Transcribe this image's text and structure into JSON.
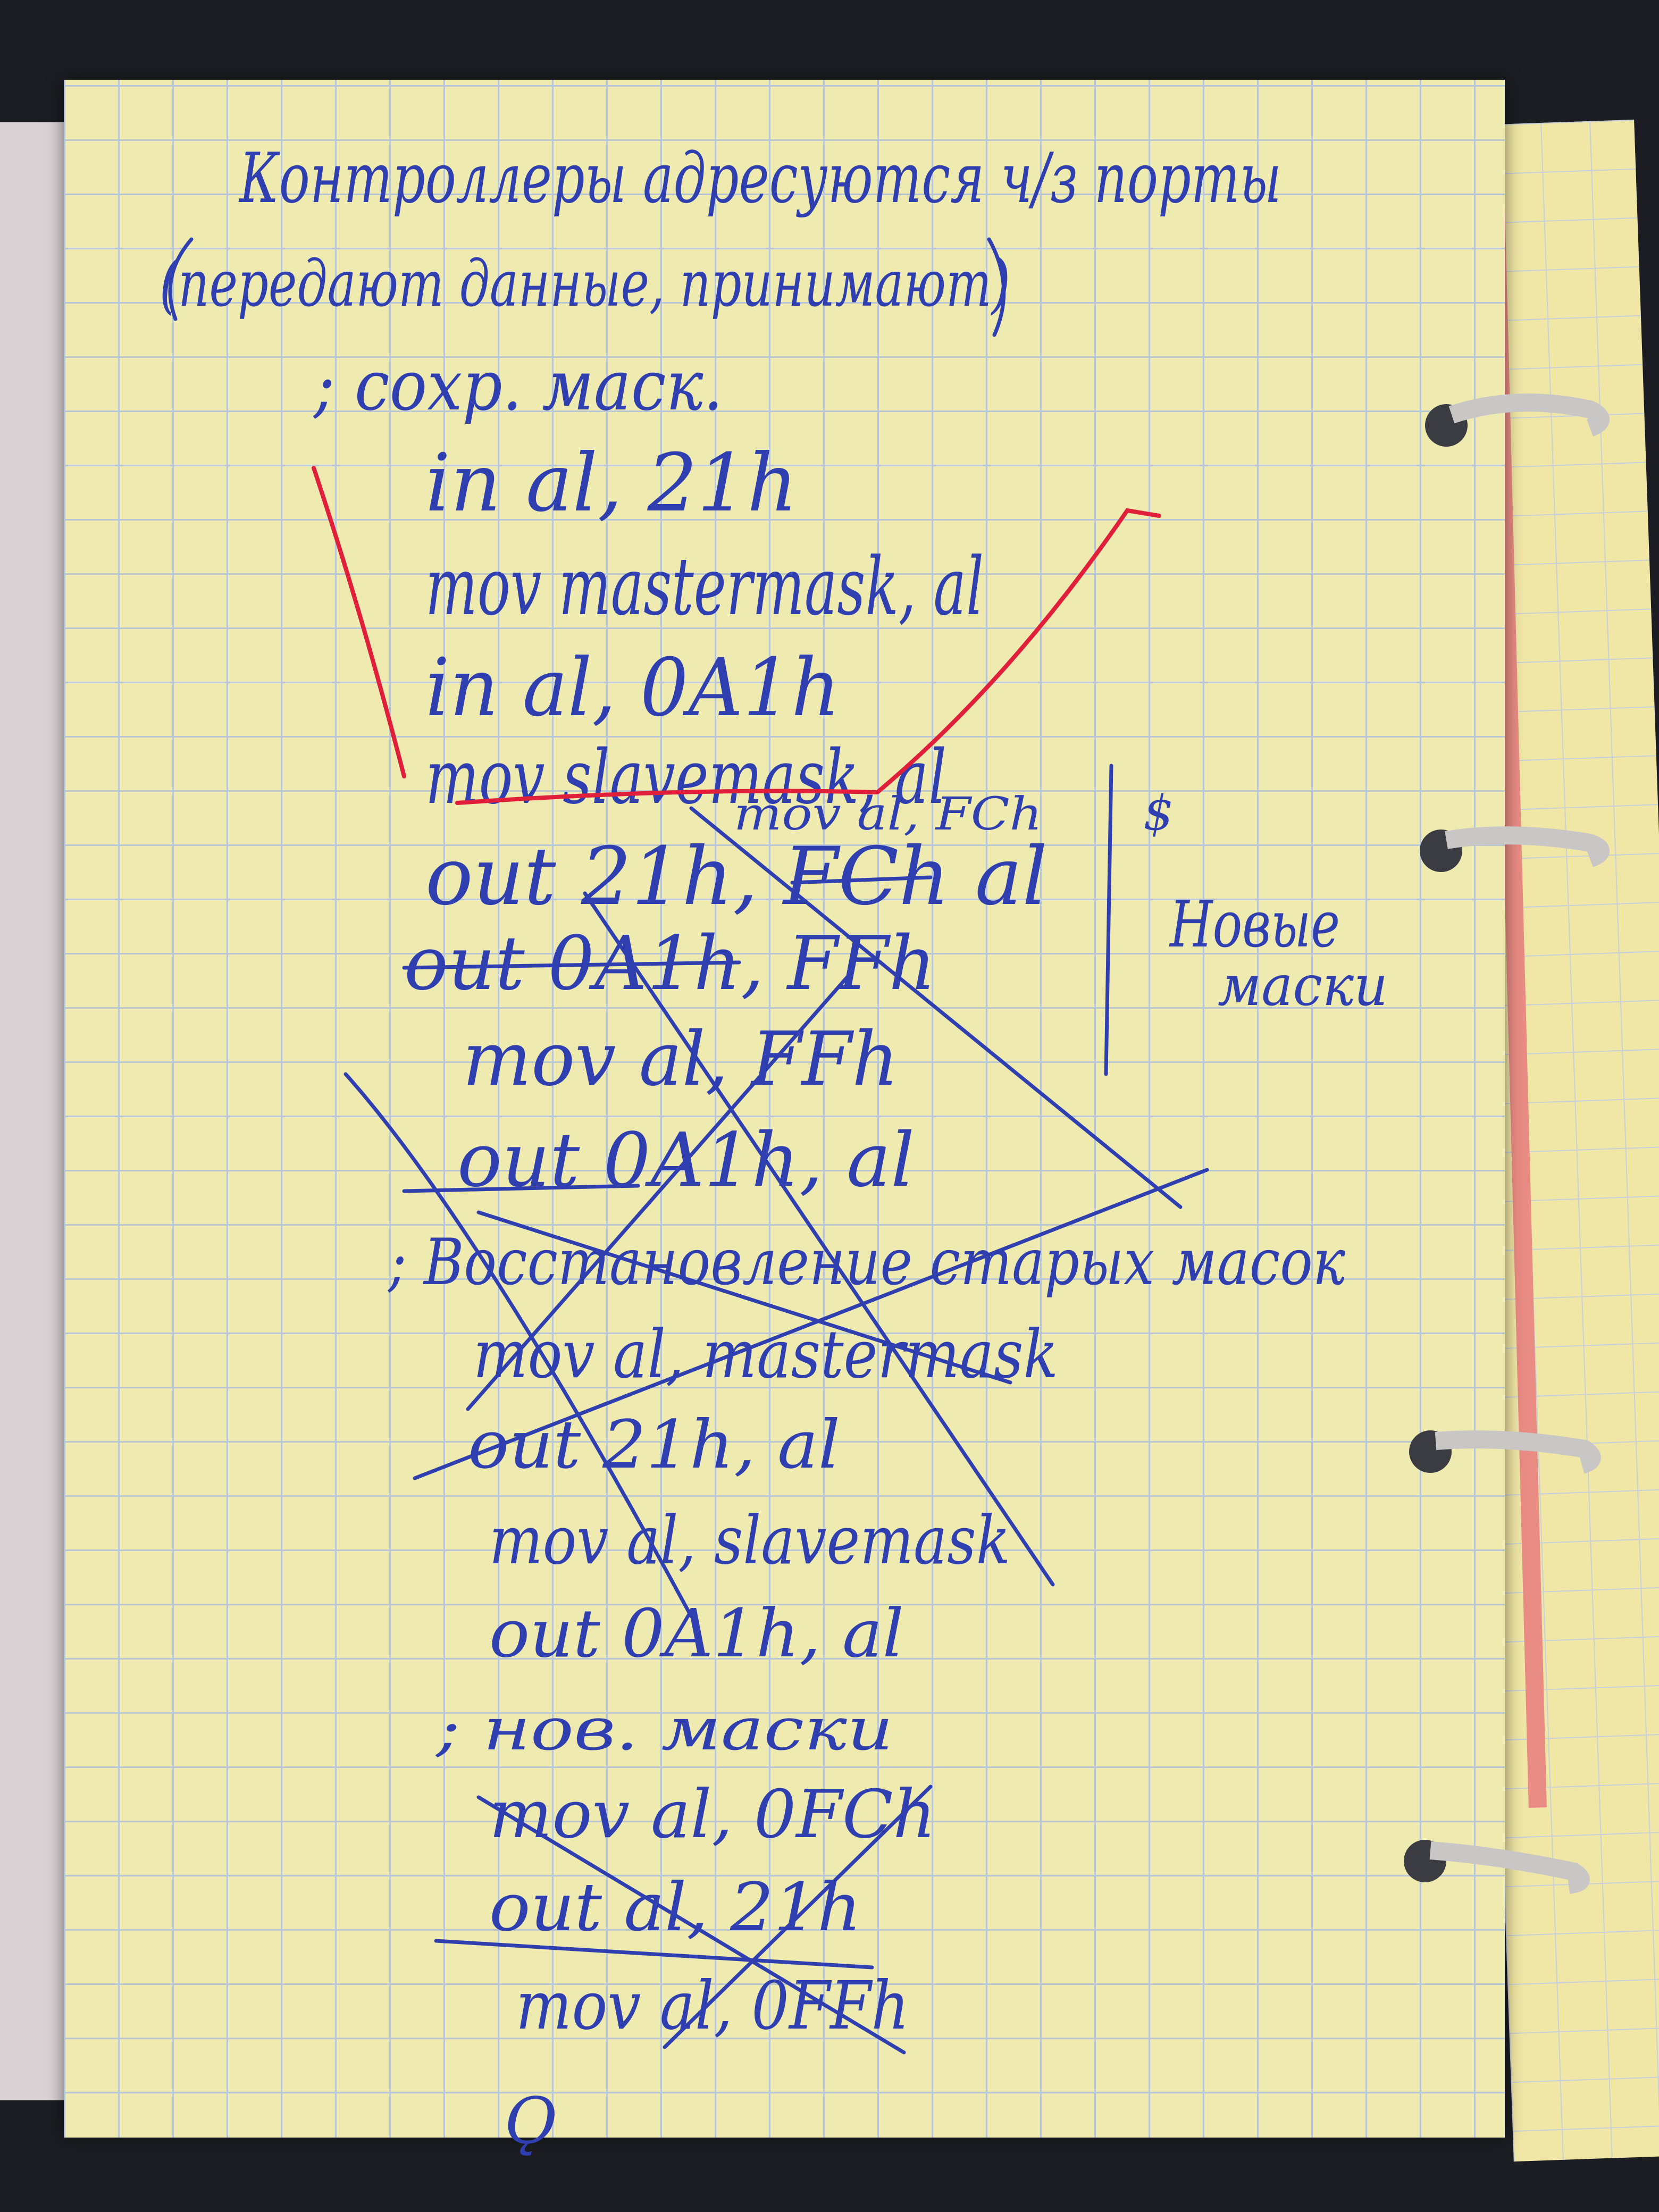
{
  "heading": {
    "line1": "Контроллеры адресуются ч/з порты",
    "line2": "(передают данные, принимают)"
  },
  "code": {
    "line_comment1": "; сохр. маск.",
    "line1": "in al, 21h",
    "line2": "mov mastermask, al",
    "line3": "in al, 0A1h",
    "line4": "mov slavemask, al",
    "line4_insert": "mov al, FCh",
    "line5": "out 21h, FCh al",
    "line6": "out 0A1h, FFh",
    "line7": "mov al, FFh",
    "line8": "out 0A1h, al",
    "line_comment2": "; Восстановление старых масок",
    "line9": "mov al, mastermask",
    "line10": "out 21h, al",
    "line11": "mov al, slavemask",
    "line12": "out 0A1h, al",
    "line_comment3": "; нов. маски",
    "line13": "mov al, 0FCh",
    "line14": "out al, 21h",
    "line15": "mov al, 0FFh",
    "trailing": "Ǫ"
  },
  "margin_note": {
    "mark": "$",
    "line1": "Новые",
    "line2": "маски"
  },
  "colors": {
    "ink": "#2f3fb0",
    "red_pen": "#e0203a",
    "paper": "#efeab0",
    "grid": "#b9c6d6"
  }
}
